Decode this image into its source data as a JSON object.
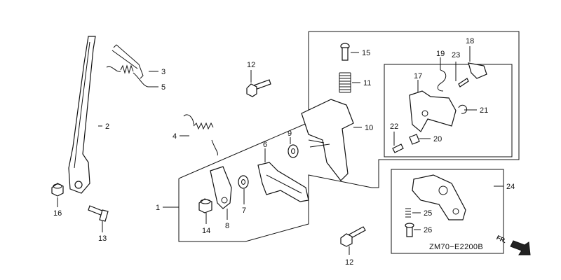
{
  "diagram": {
    "code": "ZM70−E2200B",
    "direction": "FR.",
    "callouts": [
      "1",
      "2",
      "3",
      "4",
      "5",
      "6",
      "7",
      "8",
      "9",
      "10",
      "11",
      "12",
      "12",
      "13",
      "14",
      "15",
      "16",
      "17",
      "18",
      "19",
      "20",
      "21",
      "22",
      "23",
      "24",
      "25",
      "26"
    ]
  },
  "colors": {
    "line": "#111111",
    "fill": "#ffffff",
    "shade": "#d8d8d8"
  }
}
